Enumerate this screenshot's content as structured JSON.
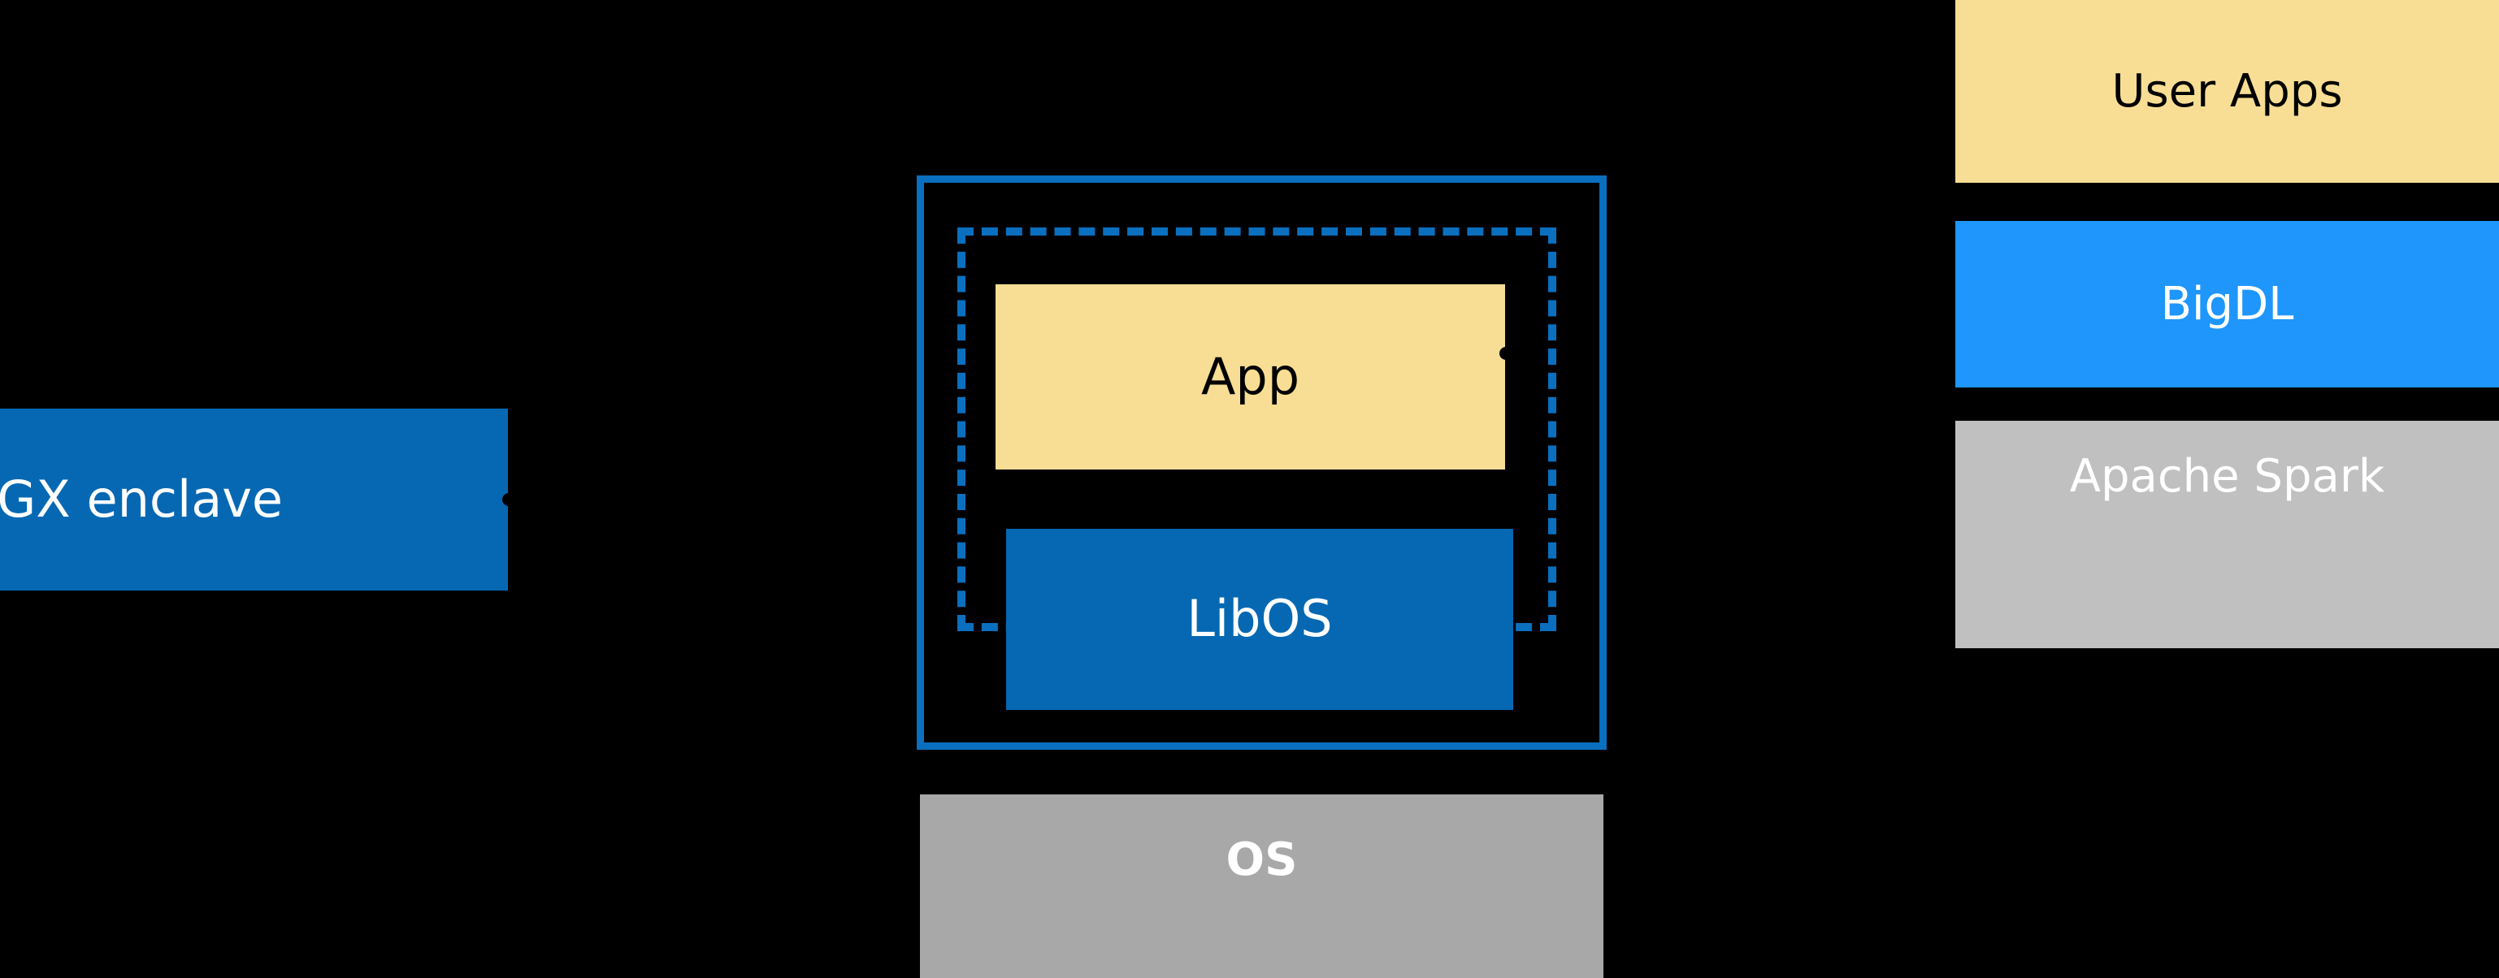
{
  "diagram": {
    "background_color": "#000000",
    "left": {
      "sgx_enclave_label": "SGX enclave"
    },
    "center": {
      "app_label": "App",
      "libos_label": "LibOS",
      "os_label": "OS"
    },
    "right_stack": {
      "items": [
        {
          "label": "User Apps",
          "color": "#F7DE94"
        },
        {
          "label": "BigDL",
          "color": "#1E96FC"
        },
        {
          "label": "Apache Spark",
          "color": "#C0C0C0"
        }
      ]
    },
    "colors": {
      "enclave_blue": "#0668B3",
      "frame_blue": "#0A6FBF",
      "cream": "#F7DE94",
      "bright_blue": "#1E96FC",
      "gray": "#A8A8A8",
      "light_gray": "#C0C0C0"
    }
  }
}
